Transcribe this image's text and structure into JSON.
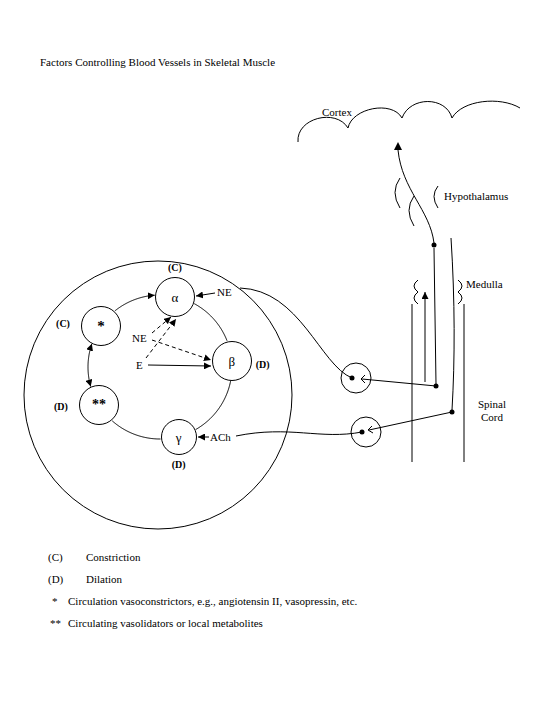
{
  "diagram": {
    "title": "Factors Controlling Blood Vessels in Skeletal Muscle",
    "nodes": [
      {
        "text": [
          "α",
          "(C)"
        ]
      },
      {
        "text": [
          "*",
          "(C)"
        ]
      },
      {
        "text": [
          "β",
          "(D)"
        ]
      },
      {
        "text": [
          "**",
          "(D)"
        ]
      },
      {
        "text": [
          "γ",
          "(D)"
        ]
      }
    ],
    "edges": [
      {
        "from": 0,
        "to": 2,
        "arrow": "none"
      },
      {
        "from": 2,
        "to": 4,
        "arrow": "none"
      },
      {
        "from": 4,
        "to": 3,
        "arrow": "none"
      },
      {
        "from": 3,
        "to": 1,
        "arrow": "both"
      },
      {
        "from": 1,
        "to": 0,
        "arrow": "to"
      }
    ],
    "labels": [
      "Cortex",
      "Hypothalamus",
      "Medulla",
      "Spinal Cord",
      "NE",
      "NE",
      "E",
      "ACh",
      "(C)",
      "Constriction",
      "(D)",
      "Dilation",
      "*",
      "Circulation vasoconstrictors, e.g., angiotensin II, vasopressin, etc.",
      "**",
      "Circulating vasolidators or local metabolites"
    ]
  }
}
